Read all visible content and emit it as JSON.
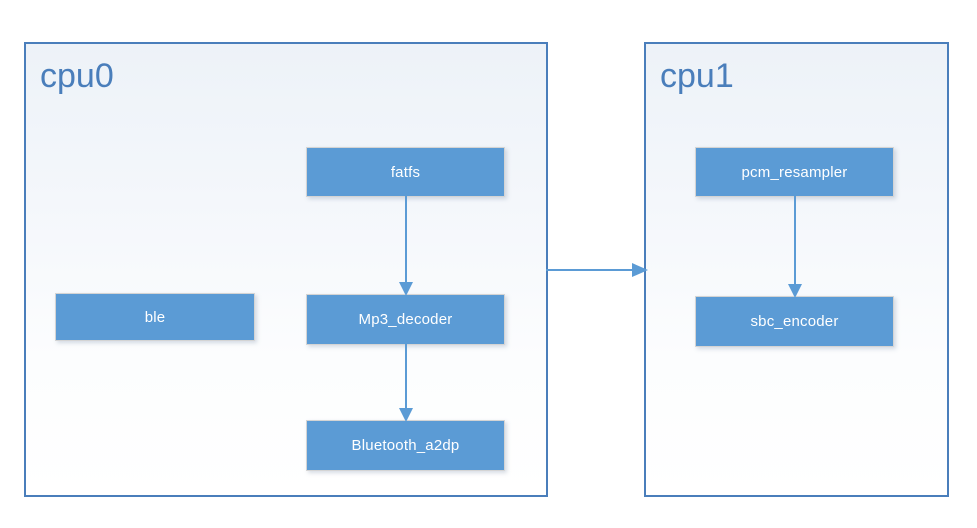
{
  "diagram": {
    "title": "cpu0 / cpu1 audio pipeline block diagram",
    "colors": {
      "box_fill": "#5B9BD5",
      "box_border": "#D4D4D4",
      "container_border": "#4A7EBB",
      "container_label": "#4A7EBB",
      "arrow": "#5B9BD5",
      "box_text": "#FFFFFF",
      "page_background": "#FFFFFF"
    },
    "containers": [
      {
        "id": "cpu0",
        "label": "cpu0",
        "nodes": [
          {
            "id": "ble",
            "label": "ble"
          },
          {
            "id": "fatfs",
            "label": "fatfs"
          },
          {
            "id": "mp3_decoder",
            "label": "Mp3_decoder"
          },
          {
            "id": "bluetooth_a2dp",
            "label": "Bluetooth_a2dp"
          }
        ]
      },
      {
        "id": "cpu1",
        "label": "cpu1",
        "nodes": [
          {
            "id": "pcm_resampler",
            "label": "pcm_resampler"
          },
          {
            "id": "sbc_encoder",
            "label": "sbc_encoder"
          }
        ]
      }
    ],
    "edges": [
      {
        "id": "fatfs-to-mp3",
        "from": "fatfs",
        "to": "mp3_decoder",
        "direction": "down",
        "label": ""
      },
      {
        "id": "mp3-to-a2dp",
        "from": "mp3_decoder",
        "to": "bluetooth_a2dp",
        "direction": "down",
        "label": ""
      },
      {
        "id": "pcm-to-sbc",
        "from": "pcm_resampler",
        "to": "sbc_encoder",
        "direction": "down",
        "label": ""
      },
      {
        "id": "cpu0-to-cpu1",
        "from": "cpu0",
        "to": "cpu1",
        "direction": "right",
        "label": ""
      }
    ]
  }
}
